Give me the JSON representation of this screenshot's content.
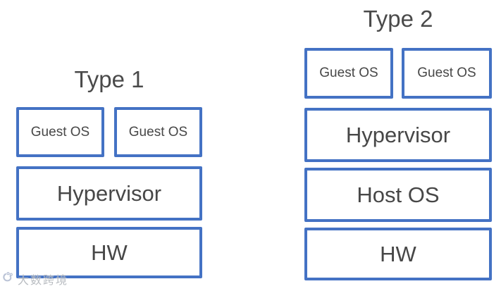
{
  "colors": {
    "background": "#ffffff",
    "box_border": "#4472c4",
    "box_fill": "#ffffff",
    "text": "#474747",
    "watermark": "#91969e"
  },
  "diagrams": [
    {
      "title": "Type 1",
      "guest_boxes": [
        {
          "label": "Guest OS"
        },
        {
          "label": "Guest OS"
        }
      ],
      "layers": [
        {
          "label": "Hypervisor"
        },
        {
          "label": "HW"
        }
      ]
    },
    {
      "title": "Type 2",
      "guest_boxes": [
        {
          "label": "Guest OS"
        },
        {
          "label": "Guest OS"
        }
      ],
      "layers": [
        {
          "label": "Hypervisor"
        },
        {
          "label": "Host OS"
        },
        {
          "label": "HW"
        }
      ]
    }
  ],
  "watermark": {
    "text": "大数跨境",
    "icon": "swirl-logo"
  }
}
